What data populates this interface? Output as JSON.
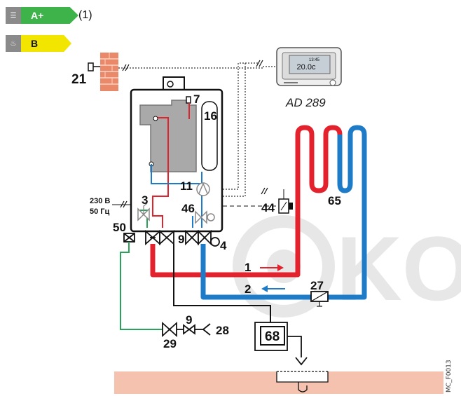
{
  "energy": {
    "heating_class": "A+",
    "hot_water_class": "B",
    "footnote": "(1)",
    "heating_color": "#3db34a",
    "hot_water_color": "#f2e600"
  },
  "labels": {
    "room_sensor": "21",
    "safety_thermostat": "7",
    "tank": "16",
    "pump": "11",
    "valve_3": "3",
    "valve_46": "46",
    "fill_valve_50": "50",
    "valve_9": "9",
    "gauge_4": "4",
    "external_thermostat": "44",
    "floor_circuit": "65",
    "flow_line": "1",
    "return_line": "2",
    "sensor_27": "27",
    "valve_9b": "9",
    "valve_28": "28",
    "valve_29": "29",
    "neutralizer": "68",
    "power": "230 В",
    "frequency": "50 Гц",
    "controller_model": "AD 289",
    "display_value": "20.0c",
    "display_top": "13:45",
    "drawing_code": "MC_F0013",
    "watermark": "KO"
  },
  "colors": {
    "flow": "#e3222d",
    "return": "#1e7bc8",
    "cold": "#2aa35a",
    "ground": "#f4c2ae"
  }
}
